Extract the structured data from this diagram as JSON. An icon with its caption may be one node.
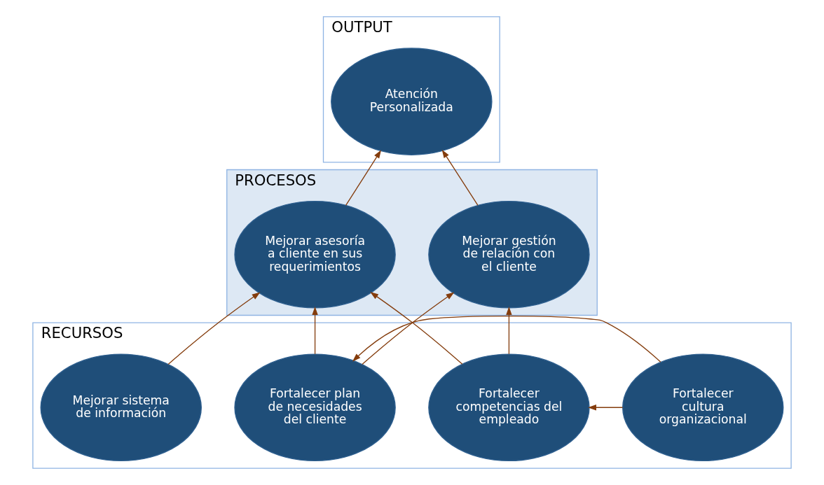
{
  "diagram": {
    "nodes": [
      {
        "text": [
          "OUTPUT"
        ]
      },
      {
        "text": [
          "Atención Personalizada"
        ],
        "in": 0
      },
      {
        "text": [
          "PROCESOS"
        ]
      },
      {
        "text": [
          "Mejorar gestión de relación con el cliente"
        ],
        "in": 2
      },
      {
        "text": [
          "Mejorar asesoría a cliente en sus requerimientos"
        ],
        "in": 2
      },
      {
        "text": [
          "RECURSOS"
        ]
      },
      {
        "text": [
          "Fortalecer plan de necesidades del cliente"
        ],
        "in": 5
      },
      {
        "text": [
          "Fortalecer cultura organizacional"
        ],
        "in": 5
      },
      {
        "text": [
          "Fortalecer competencias del empleado"
        ],
        "in": 5
      },
      {
        "text": [
          "Mejorar sistema de información"
        ],
        "in": 5
      }
    ],
    "edges": [
      {
        "from": 3,
        "to": 1,
        "arrow": "to"
      },
      {
        "from": 4,
        "to": 1,
        "arrow": "to"
      },
      {
        "from": 6,
        "to": 3,
        "arrow": "to"
      },
      {
        "from": 6,
        "to": 4,
        "arrow": "to"
      },
      {
        "from": 8,
        "to": 3,
        "arrow": "to"
      },
      {
        "from": 8,
        "to": 4,
        "arrow": "to"
      },
      {
        "from": 9,
        "to": 4,
        "arrow": "to"
      },
      {
        "from": 7,
        "to": 6,
        "arrow": "to"
      },
      {
        "from": 7,
        "to": 8,
        "arrow": "to"
      }
    ]
  }
}
